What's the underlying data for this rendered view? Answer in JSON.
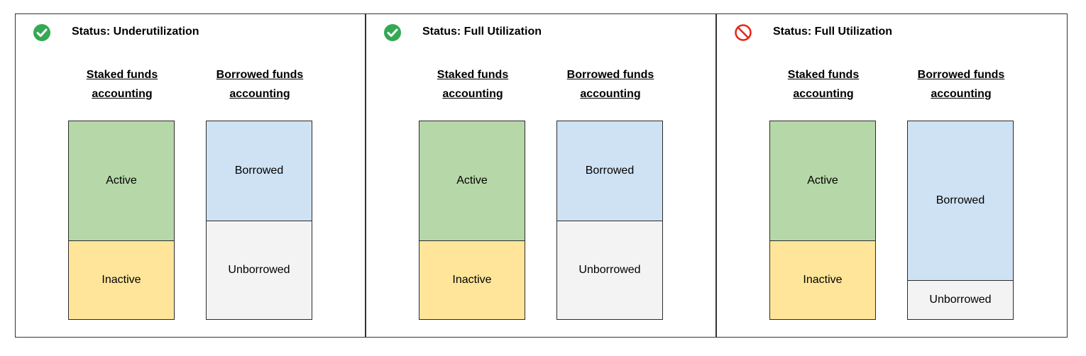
{
  "panels": [
    {
      "status_icon": "check-circle-icon",
      "status_title": "Status: Underutilization",
      "staked_heading": "Staked funds\naccounting",
      "borrowed_heading": "Borrowed funds\naccounting",
      "staked": {
        "active_label": "Active",
        "inactive_label": "Inactive",
        "active_fraction": 0.6
      },
      "borrowed": {
        "borrowed_label": "Borrowed",
        "unborrowed_label": "Unborrowed",
        "borrowed_fraction": 0.5
      }
    },
    {
      "status_icon": "check-circle-icon",
      "status_title": "Status: Full Utilization",
      "staked_heading": "Staked funds\naccounting",
      "borrowed_heading": "Borrowed funds\naccounting",
      "staked": {
        "active_label": "Active",
        "inactive_label": "Inactive",
        "active_fraction": 0.6
      },
      "borrowed": {
        "borrowed_label": "Borrowed",
        "unborrowed_label": "Unborrowed",
        "borrowed_fraction": 0.5
      }
    },
    {
      "status_icon": "prohibited-icon",
      "status_title": "Status: Full Utilization",
      "staked_heading": "Staked funds\naccounting",
      "borrowed_heading": "Borrowed funds\naccounting",
      "staked": {
        "active_label": "Active",
        "inactive_label": "Inactive",
        "active_fraction": 0.6
      },
      "borrowed": {
        "borrowed_label": "Borrowed",
        "unborrowed_label": "Unborrowed",
        "borrowed_fraction": 0.8
      }
    }
  ],
  "colors": {
    "active": "#b6d7a8",
    "inactive": "#ffe599",
    "borrowed": "#cfe2f3",
    "unborrowed": "#f3f3f3",
    "check": "#34a853",
    "prohibited": "#e3261c"
  }
}
